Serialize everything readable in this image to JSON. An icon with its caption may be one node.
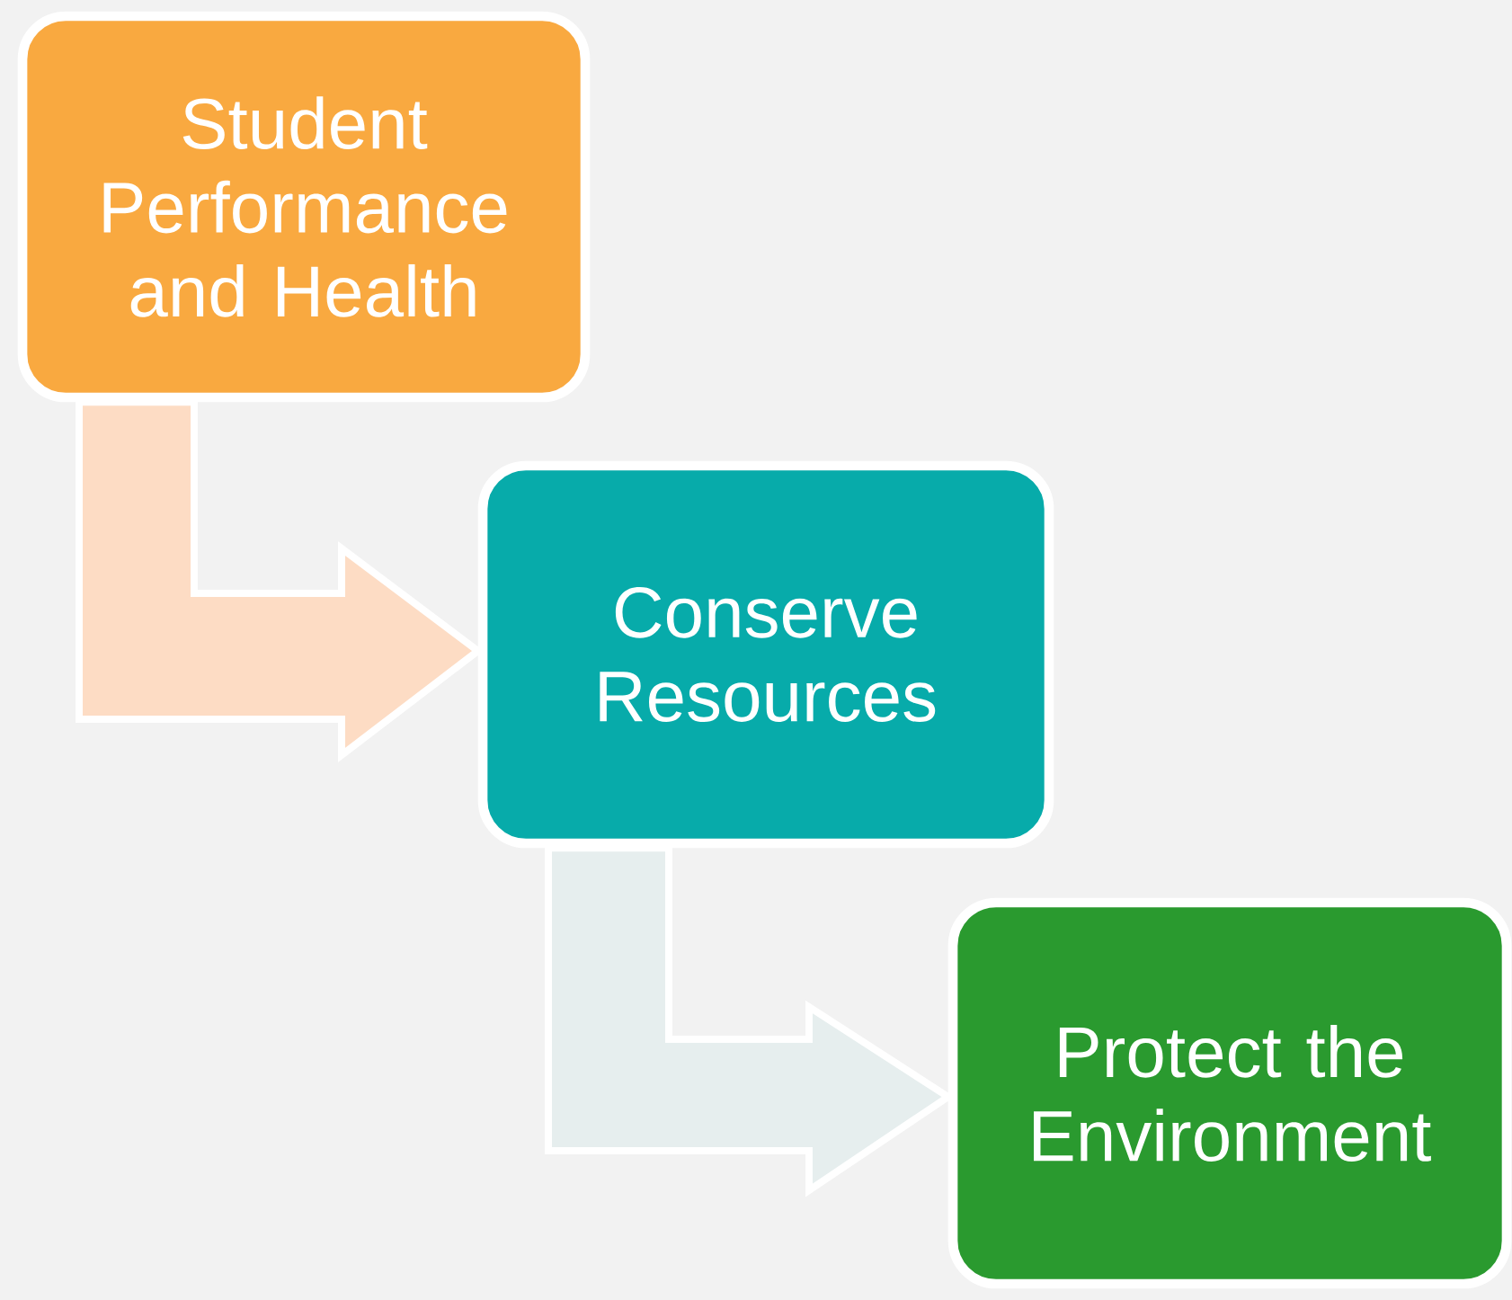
{
  "diagram": {
    "nodes": [
      {
        "text": [
          "Student Performance and Health"
        ]
      },
      {
        "text": [
          "Conserve Resources"
        ]
      },
      {
        "text": [
          "Protect the Environment"
        ]
      }
    ],
    "edges": [
      {
        "from": 0,
        "to": 1,
        "arrow": "to",
        "style": "thick",
        "color": "#fddcc4"
      },
      {
        "from": 1,
        "to": 2,
        "arrow": "to",
        "style": "thick",
        "color": "#e6eeee"
      }
    ]
  }
}
